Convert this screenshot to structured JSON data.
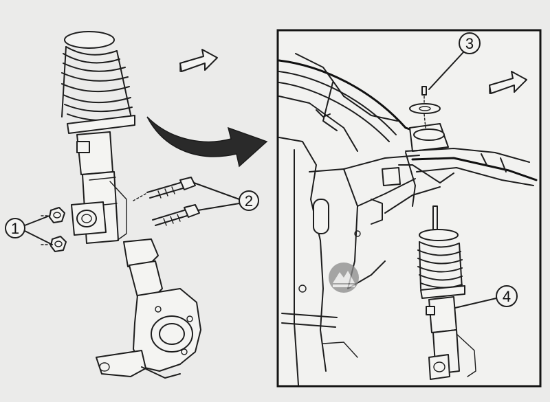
{
  "callouts": [
    {
      "id": "1",
      "label": "1"
    },
    {
      "id": "2",
      "label": "2"
    },
    {
      "id": "3",
      "label": "3"
    },
    {
      "id": "4",
      "label": "4"
    }
  ],
  "colors": {
    "background": "#ebebea",
    "line": "#1d1d1d",
    "arrow": "#2a2a2a",
    "watermark": "#8a8a8a"
  },
  "icons": {
    "direction_arrow": "forward-arrow-icon",
    "transition_arrow": "curved-arrow-icon",
    "watermark": "watermark-logo"
  }
}
